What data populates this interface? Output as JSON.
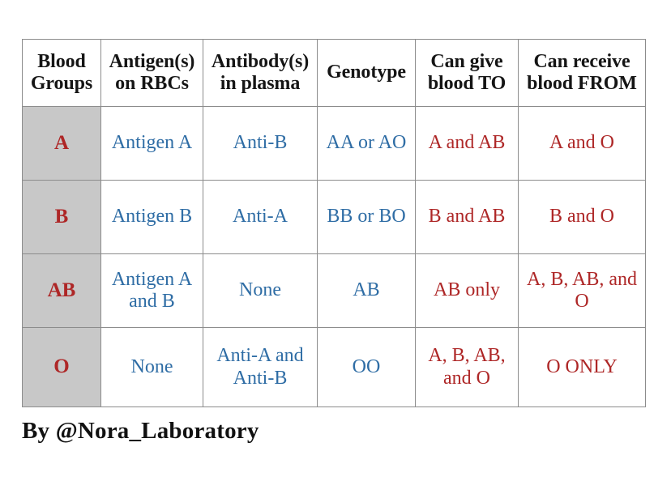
{
  "table": {
    "headers": [
      "Blood Groups",
      "Antigen(s) on RBCs",
      "Antibody(s) in plasma",
      "Genotype",
      "Can give blood TO",
      "Can receive blood FROM"
    ],
    "rows": [
      {
        "group": "A",
        "antigens": "Antigen A",
        "antibodies": "Anti-B",
        "genotype": "AA or AO",
        "give_to": "A and AB",
        "receive_from": "A and O"
      },
      {
        "group": "B",
        "antigens": "Antigen B",
        "antibodies": "Anti-A",
        "genotype": "BB or BO",
        "give_to": "B and AB",
        "receive_from": "B and O"
      },
      {
        "group": "AB",
        "antigens": "Antigen A and B",
        "antibodies": "None",
        "genotype": "AB",
        "give_to": "AB only",
        "receive_from": "A, B, AB, and O"
      },
      {
        "group": "O",
        "antigens": "None",
        "antibodies": "Anti-A and Anti-B",
        "genotype": "OO",
        "give_to": "A, B, AB, and O",
        "receive_from": "O ONLY"
      }
    ]
  },
  "caption": "By @Nora_Laboratory",
  "colors": {
    "group_red": "#ae2727",
    "cell_blue": "#2f6da5",
    "group_bg_gray": "#c8c8c8",
    "border_gray": "#8c8c8c",
    "header_text": "#151515",
    "page_background": "#ffffff"
  }
}
